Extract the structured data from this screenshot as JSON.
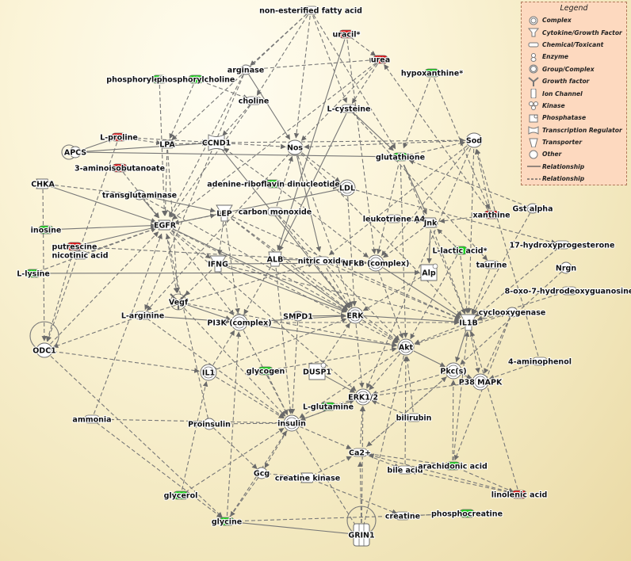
{
  "nodes": [
    {
      "id": "nefa",
      "label": "non-esterified fatty acid",
      "color": "white",
      "shape": "chem"
    },
    {
      "id": "uracil",
      "label": "uracil*",
      "color": "red",
      "shape": "chem"
    },
    {
      "id": "arginase",
      "label": "arginase",
      "color": "white",
      "shape": "enzyme"
    },
    {
      "id": "urea",
      "label": "urea",
      "color": "red",
      "shape": "chem"
    },
    {
      "id": "hypox",
      "label": "hypoxanthine*",
      "color": "green",
      "shape": "chem"
    },
    {
      "id": "pea",
      "label": "phosphorylethanolamine",
      "color": "green",
      "shape": "chem"
    },
    {
      "id": "pchol",
      "label": "phosphorylcholine",
      "color": "green",
      "shape": "chem"
    },
    {
      "id": "choline",
      "label": "choline",
      "color": "white",
      "shape": "chem"
    },
    {
      "id": "lcys",
      "label": "L-cysteine",
      "color": "white",
      "shape": "chem"
    },
    {
      "id": "lpro",
      "label": "L-proline",
      "color": "red",
      "shape": "chem"
    },
    {
      "id": "apcs",
      "label": "APCS",
      "color": "white",
      "shape": "other"
    },
    {
      "id": "lpa",
      "label": "LPA",
      "color": "white",
      "shape": "chem"
    },
    {
      "id": "ccnd1",
      "label": "CCND1",
      "color": "white",
      "shape": "tr"
    },
    {
      "id": "nos",
      "label": "Nos",
      "color": "white",
      "shape": "enzyme"
    },
    {
      "id": "glut",
      "label": "glutathione",
      "color": "green",
      "shape": "chem"
    },
    {
      "id": "sod",
      "label": "Sod",
      "color": "white",
      "shape": "enzyme"
    },
    {
      "id": "amib",
      "label": "3-aminoisobutanoate",
      "color": "red",
      "shape": "chem"
    },
    {
      "id": "fad",
      "label": "adenine-riboflavin dinucleotide",
      "color": "green",
      "shape": "chem"
    },
    {
      "id": "ldl",
      "label": "LDL",
      "color": "white",
      "shape": "complex"
    },
    {
      "id": "chka",
      "label": "CHKA",
      "color": "white",
      "shape": "kinase"
    },
    {
      "id": "tgase",
      "label": "transglutaminase",
      "color": "white",
      "shape": "enzyme"
    },
    {
      "id": "lep",
      "label": "LEP",
      "color": "white",
      "shape": "cytokine"
    },
    {
      "id": "co",
      "label": "carbon monoxide",
      "color": "white",
      "shape": "chem"
    },
    {
      "id": "lta4",
      "label": "leukotriene A4",
      "color": "white",
      "shape": "chem"
    },
    {
      "id": "jnk",
      "label": "Jnk",
      "color": "white",
      "shape": "kinase"
    },
    {
      "id": "xanth",
      "label": "xanthine",
      "color": "red",
      "shape": "chem"
    },
    {
      "id": "gsta",
      "label": "Gst alpha",
      "color": "white",
      "shape": "enzyme"
    },
    {
      "id": "inosine",
      "label": "inosine",
      "color": "green",
      "shape": "chem"
    },
    {
      "id": "egfr",
      "label": "EGFR",
      "color": "white",
      "shape": "kinase"
    },
    {
      "id": "putr",
      "label": "putrescine",
      "color": "red",
      "shape": "chem"
    },
    {
      "id": "nicot",
      "label": "nicotinic acid",
      "color": "white",
      "shape": "chem"
    },
    {
      "id": "llac",
      "label": "L-lactic acid*",
      "color": "green",
      "shape": "chem"
    },
    {
      "id": "ohp",
      "label": "17-hydroxyprogesterone",
      "color": "white",
      "shape": "chem"
    },
    {
      "id": "ifng",
      "label": "IFNG",
      "color": "white",
      "shape": "cytokine"
    },
    {
      "id": "alb",
      "label": "ALB",
      "color": "white",
      "shape": "transporter"
    },
    {
      "id": "no",
      "label": "nitric oxide",
      "color": "white",
      "shape": "chem"
    },
    {
      "id": "nfkb",
      "label": "NFkB (complex)",
      "color": "white",
      "shape": "complex"
    },
    {
      "id": "taurine",
      "label": "taurine",
      "color": "white",
      "shape": "chem"
    },
    {
      "id": "nrgn",
      "label": "Nrgn",
      "color": "white",
      "shape": "other"
    },
    {
      "id": "llys",
      "label": "L-lysine",
      "color": "green",
      "shape": "chem"
    },
    {
      "id": "alp",
      "label": "Alp",
      "color": "white",
      "shape": "phosphatase"
    },
    {
      "id": "oxo",
      "label": "8-oxo-7-hydrodeoxyguanosine",
      "color": "white",
      "shape": "chem"
    },
    {
      "id": "vegf",
      "label": "Vegf",
      "color": "white",
      "shape": "growth"
    },
    {
      "id": "larg",
      "label": "L-arginine",
      "color": "white",
      "shape": "chem"
    },
    {
      "id": "pi3k",
      "label": "PI3K (complex)",
      "color": "white",
      "shape": "complex"
    },
    {
      "id": "smpd1",
      "label": "SMPD1",
      "color": "white",
      "shape": "enzyme"
    },
    {
      "id": "erk",
      "label": "ERK",
      "color": "white",
      "shape": "group"
    },
    {
      "id": "il1b",
      "label": "IL1B",
      "color": "white",
      "shape": "cytokine"
    },
    {
      "id": "cox",
      "label": "cyclooxygenase",
      "color": "white",
      "shape": "enzyme"
    },
    {
      "id": "odc1",
      "label": "ODC1",
      "color": "white",
      "shape": "enzyme"
    },
    {
      "id": "akt",
      "label": "Akt",
      "color": "white",
      "shape": "group"
    },
    {
      "id": "amphen",
      "label": "4-aminophenol",
      "color": "white",
      "shape": "chem"
    },
    {
      "id": "il1",
      "label": "IL1",
      "color": "white",
      "shape": "group"
    },
    {
      "id": "glycogen",
      "label": "glycogen",
      "color": "green",
      "shape": "chem"
    },
    {
      "id": "dusp1",
      "label": "DUSP1",
      "color": "white",
      "shape": "phosphatase"
    },
    {
      "id": "pkc",
      "label": "Pkc(s)",
      "color": "white",
      "shape": "group"
    },
    {
      "id": "p38",
      "label": "P38 MAPK",
      "color": "white",
      "shape": "group"
    },
    {
      "id": "erk12",
      "label": "ERK1/2",
      "color": "white",
      "shape": "group"
    },
    {
      "id": "lgln",
      "label": "L-glutamine",
      "color": "green",
      "shape": "chem"
    },
    {
      "id": "bili",
      "label": "bilirubin",
      "color": "white",
      "shape": "chem"
    },
    {
      "id": "ammonia",
      "label": "ammonia",
      "color": "white",
      "shape": "chem"
    },
    {
      "id": "proins",
      "label": "Proinsulin",
      "color": "white",
      "shape": "other"
    },
    {
      "id": "insulin",
      "label": "insulin",
      "color": "white",
      "shape": "group"
    },
    {
      "id": "ca",
      "label": "Ca2+",
      "color": "white",
      "shape": "chem"
    },
    {
      "id": "bile",
      "label": "bile acid",
      "color": "white",
      "shape": "chem"
    },
    {
      "id": "arach",
      "label": "arachidonic acid",
      "color": "green",
      "shape": "chem"
    },
    {
      "id": "gcg",
      "label": "Gcg",
      "color": "white",
      "shape": "other"
    },
    {
      "id": "ck",
      "label": "creatine kinase",
      "color": "white",
      "shape": "kinase"
    },
    {
      "id": "linol",
      "label": "linolenic acid",
      "color": "red",
      "shape": "chem"
    },
    {
      "id": "glycerol",
      "label": "glycerol",
      "color": "green",
      "shape": "chem"
    },
    {
      "id": "glycine",
      "label": "glycine",
      "color": "green",
      "shape": "chem"
    },
    {
      "id": "creatine",
      "label": "creatine",
      "color": "white",
      "shape": "chem"
    },
    {
      "id": "pcr",
      "label": "phosphocreatine",
      "color": "green",
      "shape": "chem"
    },
    {
      "id": "grin1",
      "label": "GRIN1",
      "color": "white",
      "shape": "ion"
    }
  ],
  "legend": {
    "title": "Legend",
    "items": [
      {
        "label": "Complex",
        "icon": "complex-icon"
      },
      {
        "label": "Cytokine/Growth Factor",
        "icon": "cytokine-icon"
      },
      {
        "label": "Chemical/Toxicant",
        "icon": "chemical-icon"
      },
      {
        "label": "Enzyme",
        "icon": "enzyme-icon"
      },
      {
        "label": "Group/Complex",
        "icon": "group-icon"
      },
      {
        "label": "Growth factor",
        "icon": "growth-factor-icon"
      },
      {
        "label": "Ion Channel",
        "icon": "ion-channel-icon"
      },
      {
        "label": "Kinase",
        "icon": "kinase-icon"
      },
      {
        "label": "Phosphatase",
        "icon": "phosphatase-icon"
      },
      {
        "label": "Transcription Regulator",
        "icon": "transcription-regulator-icon"
      },
      {
        "label": "Transporter",
        "icon": "transporter-icon"
      },
      {
        "label": "Other",
        "icon": "other-icon"
      },
      {
        "label": "Relationship",
        "icon": "solid-line-icon"
      },
      {
        "label": "Relationship",
        "icon": "dashed-line-icon"
      }
    ]
  },
  "colors": {
    "green": "#1ed41e",
    "red": "#e01212",
    "white": "#ffffff",
    "edge": "#777777"
  }
}
